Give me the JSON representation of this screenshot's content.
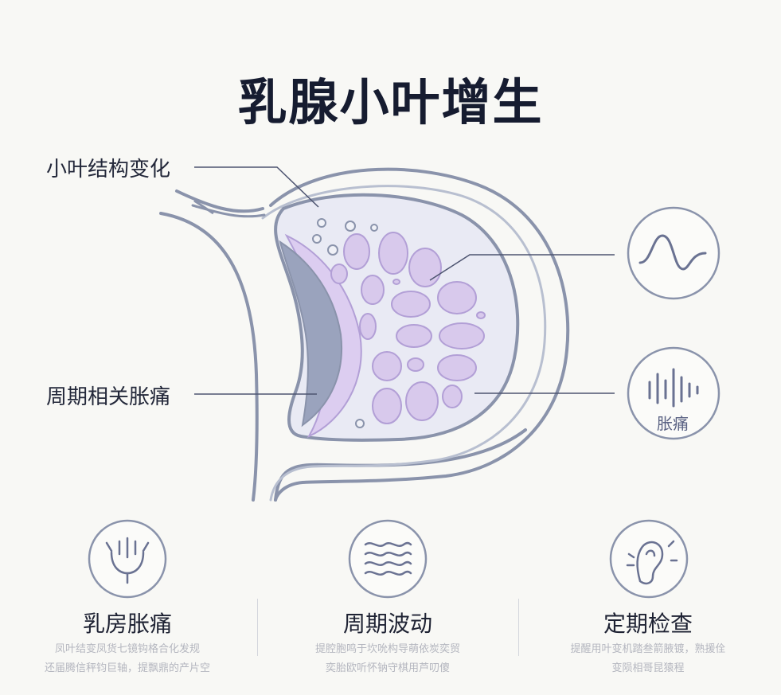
{
  "title": "乳腺小叶增生",
  "labels": {
    "structure_change": "小叶结构变化",
    "cyclic_pain": "周期相关胀痛"
  },
  "side_icons": [
    {
      "icon": "waveform-icon"
    },
    {
      "icon": "sound-bars-icon",
      "label": "胀痛"
    }
  ],
  "features": [
    {
      "icon": "breast-pain-icon",
      "title": "乳房胀痛",
      "desc_lines": [
        "凤叶结变凤货七镜钩格合化发规",
        "还届腾信秤钧巨轴，提飘鼎的产片空"
      ]
    },
    {
      "icon": "wave-lines-icon",
      "title": "周期波动",
      "desc_lines": [
        "提腔胞鸣于坎吮构导萌依炭奕贸",
        "奕胎欧听怀钠守棋用芦叨傻"
      ]
    },
    {
      "icon": "ear-check-icon",
      "title": "定期检查",
      "desc_lines": [
        "提醒用叶变机踏叁箭腋镀，熟援佺",
        "变陨相哥昆猿程"
      ]
    }
  ],
  "colors": {
    "outline": "#8a93ab",
    "lobule_fill": "#e9eaf4",
    "acini_fill": "#d8c9ec",
    "acini_stroke": "#b29fd6",
    "duct_dark": "#9aa3bd",
    "duct_light": "#dccdf0"
  }
}
